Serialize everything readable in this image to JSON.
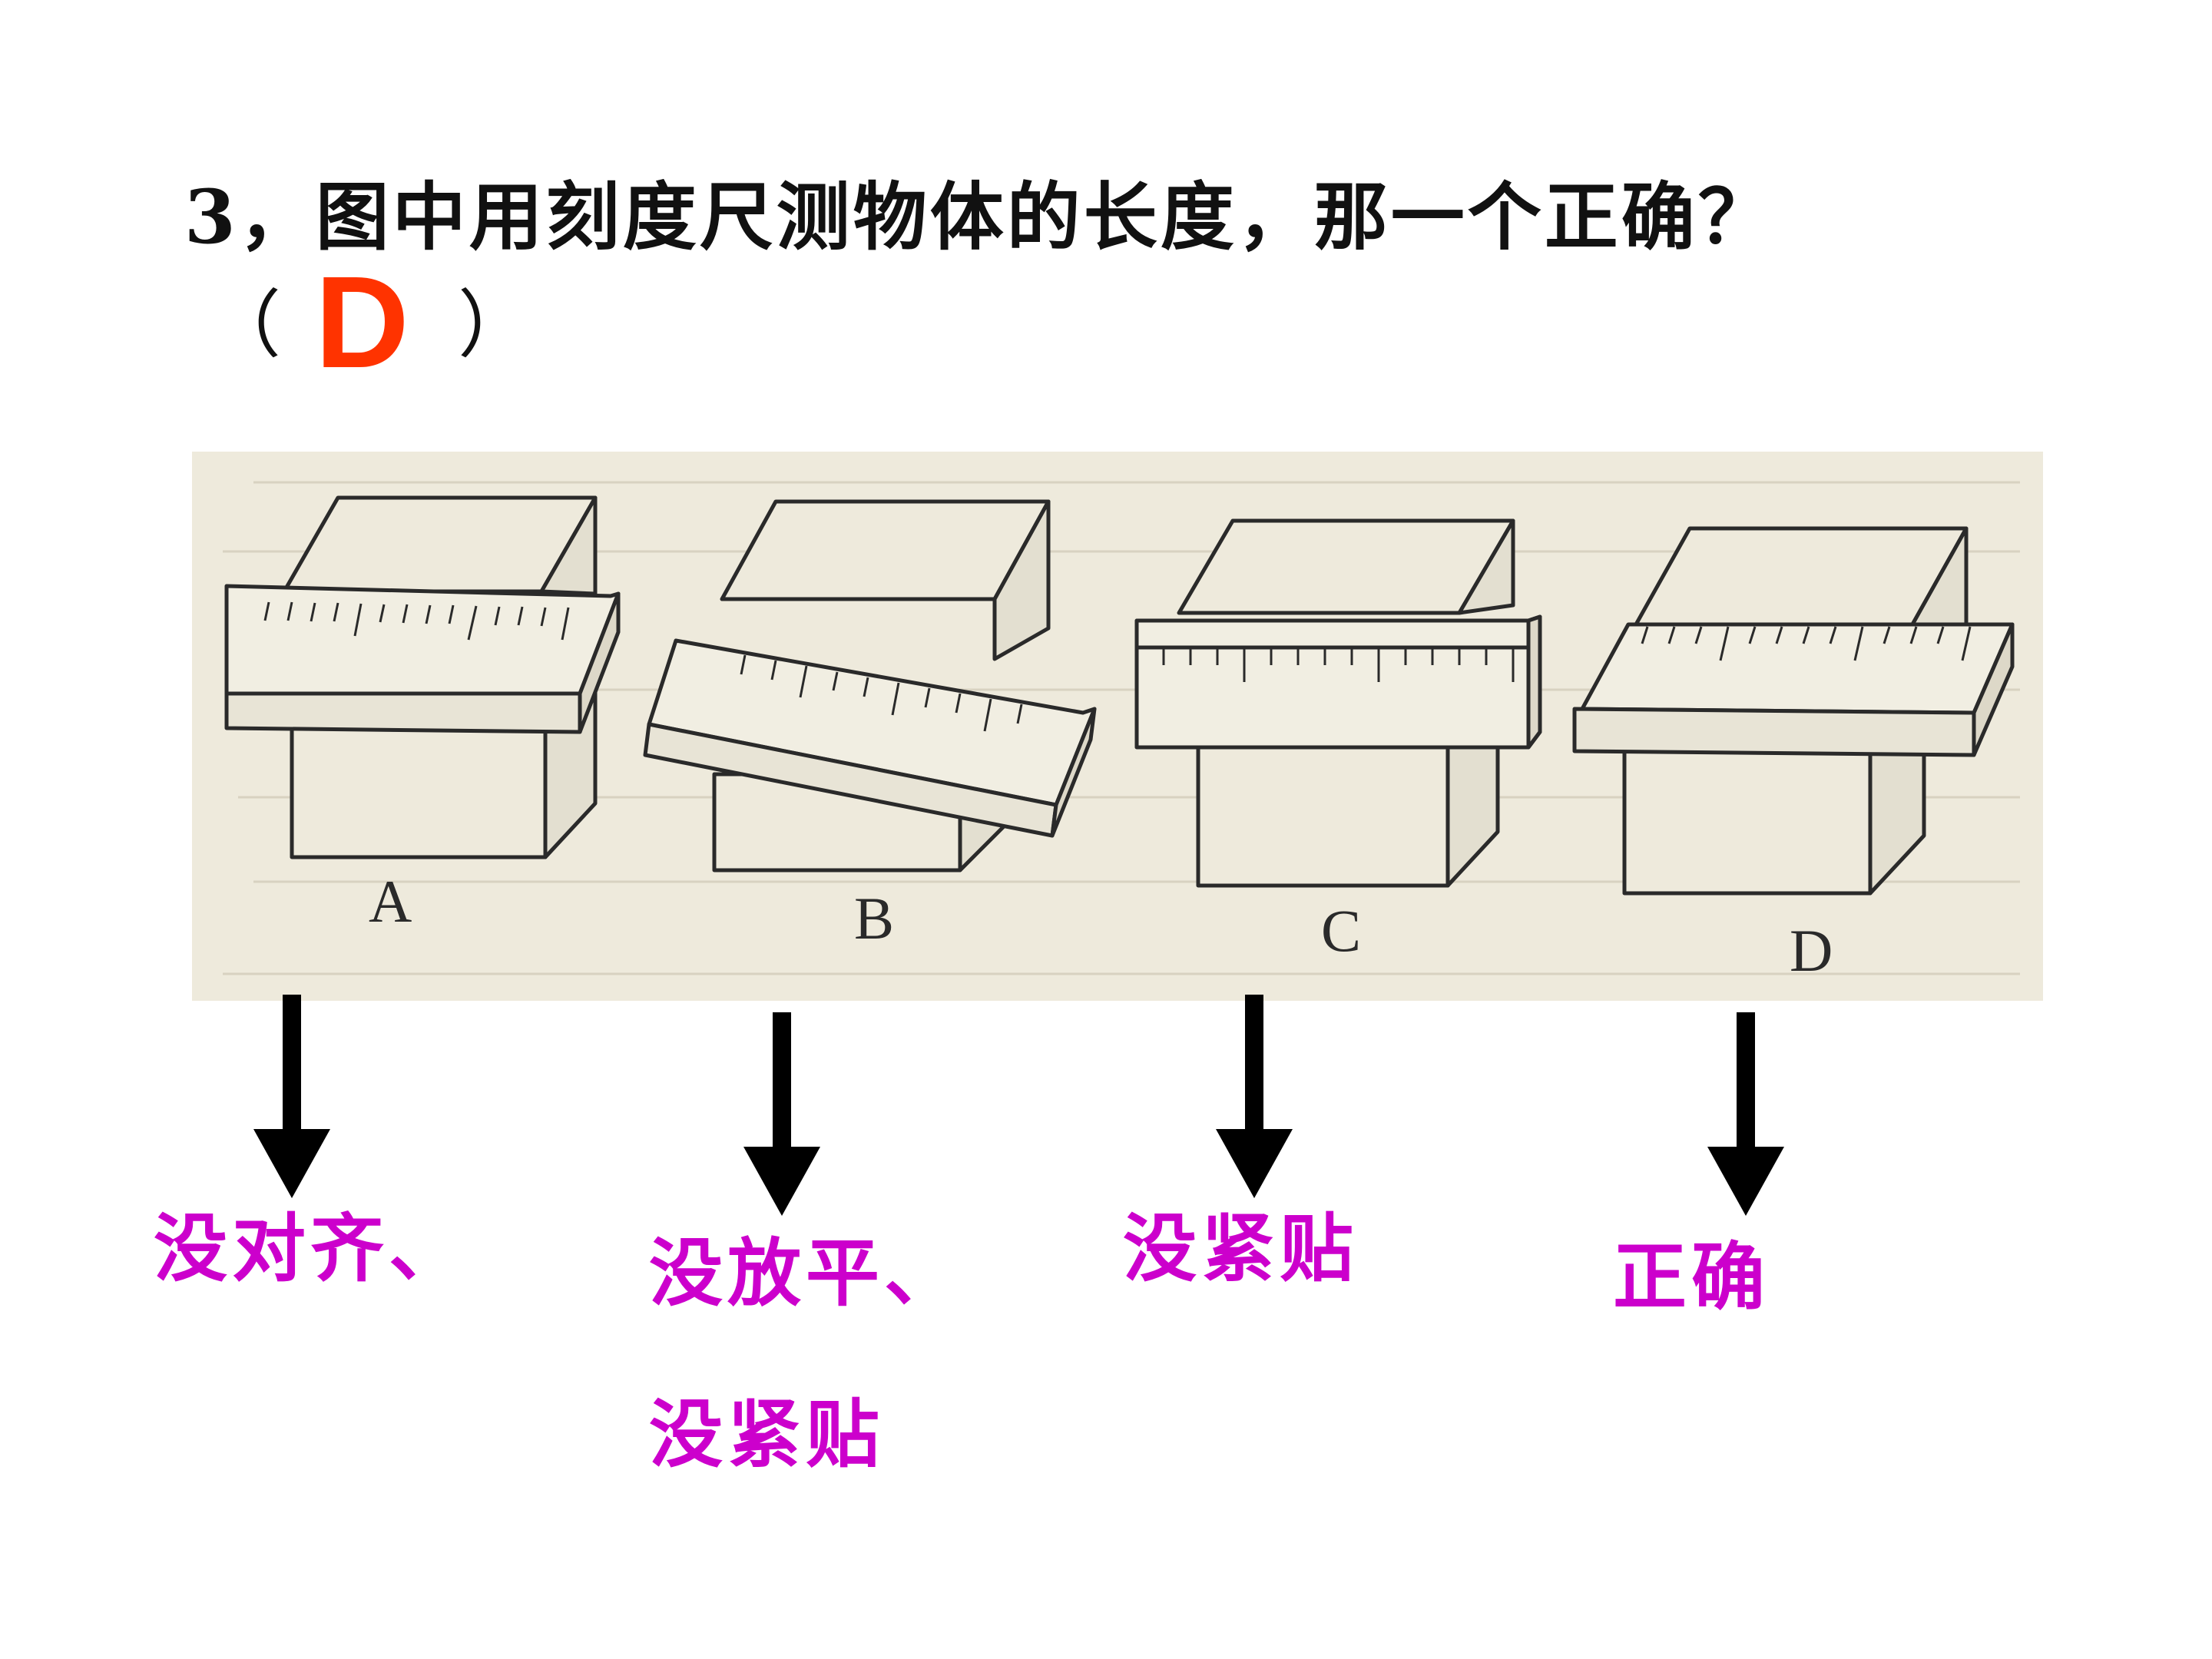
{
  "question": {
    "text": "3，图中用刻度尺测物体的长度，那一个正确？",
    "paren_open": "（",
    "paren_close": "）",
    "answer": "D",
    "answer_color": "#ff3300"
  },
  "figure": {
    "options": [
      {
        "letter": "A"
      },
      {
        "letter": "B"
      },
      {
        "letter": "C"
      },
      {
        "letter": "D"
      }
    ]
  },
  "labels": {
    "color": "#cc00cc",
    "a": "没对齐、",
    "b_line1": "没放平、",
    "b_line2": "没紧贴",
    "c": "没紧贴",
    "d": "正确"
  },
  "icons": [
    "down-arrow-icon"
  ]
}
